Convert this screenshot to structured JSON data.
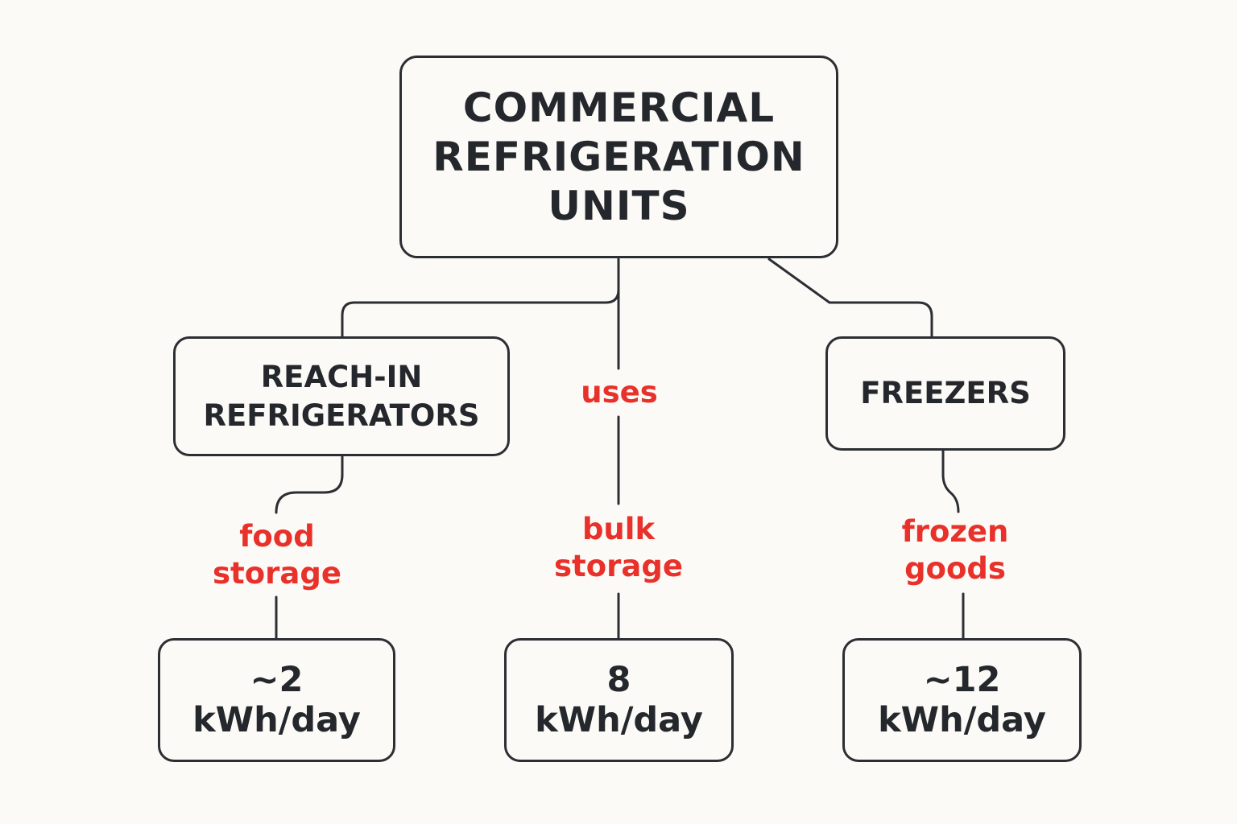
{
  "root": {
    "title_lines": [
      "COMMERCIAL",
      "REFRIGERATION",
      "UNITS"
    ]
  },
  "categories": [
    {
      "label_lines": [
        "REACH-IN",
        "REFRIGERATORS"
      ]
    },
    {
      "label_lines": [
        "FREEZERS"
      ]
    }
  ],
  "edge_labels": {
    "uses": [
      "uses"
    ],
    "food_storage": [
      "food",
      "storage"
    ],
    "bulk_storage": [
      "bulk",
      "storage"
    ],
    "frozen_goods": [
      "frozen",
      "goods"
    ]
  },
  "values": [
    {
      "lines": [
        "~2",
        "kWh/day"
      ]
    },
    {
      "lines": [
        "8",
        "kWh/day"
      ]
    },
    {
      "lines": [
        "~12",
        "kWh/day"
      ]
    }
  ],
  "colors": {
    "background": "#fcfaf6",
    "node_border": "#2b2e33",
    "node_text": "#24282d",
    "edge_label_text": "#e8312a"
  }
}
